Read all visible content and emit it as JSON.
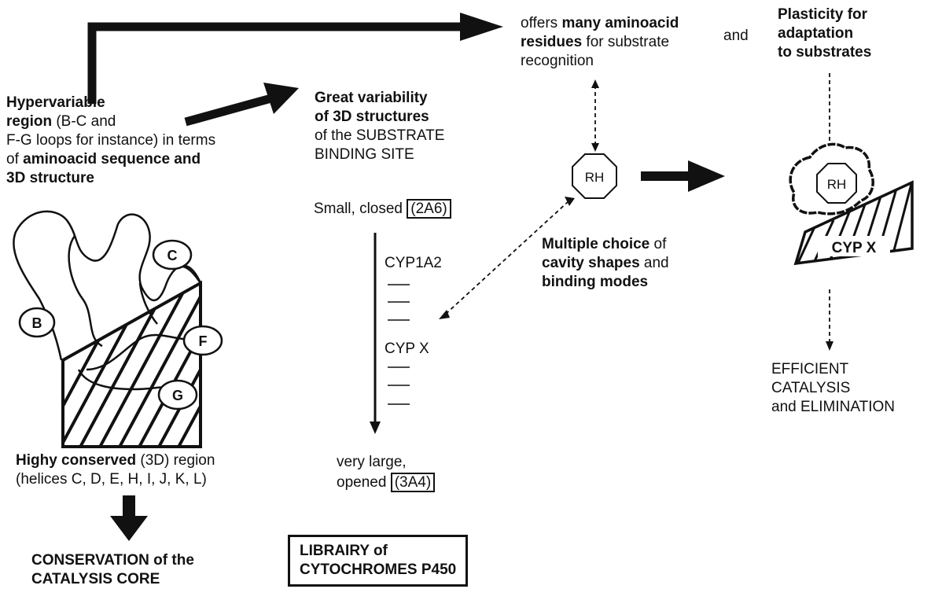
{
  "colors": {
    "ink": "#111111",
    "background": "#ffffff"
  },
  "left": {
    "hyper": {
      "line1_b": "Hypervariable",
      "line2_b": "region",
      "line2_n": " (B-C and",
      "line3_n": "F-G loops for instance) in terms",
      "line4_n": "of ",
      "line4_b": "aminoacid sequence and",
      "line5_b": "3D structure"
    },
    "loop_labels": {
      "c": "C",
      "b": "B",
      "f": "F",
      "g": "G"
    },
    "conserved": {
      "line1_b": "Highy conserved",
      "line1_n": " (3D) region",
      "line2_n": "(helices C, D, E, H, I, J, K, L)"
    },
    "core": {
      "line1": "CONSERVATION of the",
      "line2": "CATALYSIS CORE"
    }
  },
  "middle": {
    "variability": {
      "line1_b": "Great variability",
      "line2_b": "of 3D structures",
      "line3_n": "of the SUBSTRATE",
      "line4_n": "BINDING SITE"
    },
    "small": {
      "text": "Small, closed ",
      "boxed": "(2A6)"
    },
    "cyp1a2": "CYP1A2",
    "cypx": "CYP X",
    "large": {
      "line1": "very large,",
      "line2": "opened ",
      "boxed": "(3A4)"
    },
    "library": {
      "line1": "LIBRAIRY of",
      "line2": "CYTOCHROMES P450"
    }
  },
  "right": {
    "offers": {
      "line1_n": "offers ",
      "line1_b": "many aminoacid",
      "line2_b": "residues",
      "line2_n": " for substrate",
      "line3_n": "recognition",
      "and": "and"
    },
    "rh": "RH",
    "multiple": {
      "line1_b": "Multiple choice",
      "line1_n": " of",
      "line2_b": "cavity shapes",
      "line2_n": " and",
      "line3_b": "binding modes"
    },
    "plasticity": {
      "line1": "Plasticity for",
      "line2": "adaptation",
      "line3": "to substrates"
    },
    "rh2": "RH",
    "cypx_box": "CYP X",
    "efficient": {
      "line1": "EFFICIENT",
      "line2": "CATALYSIS",
      "line3": "and ELIMINATION"
    }
  }
}
